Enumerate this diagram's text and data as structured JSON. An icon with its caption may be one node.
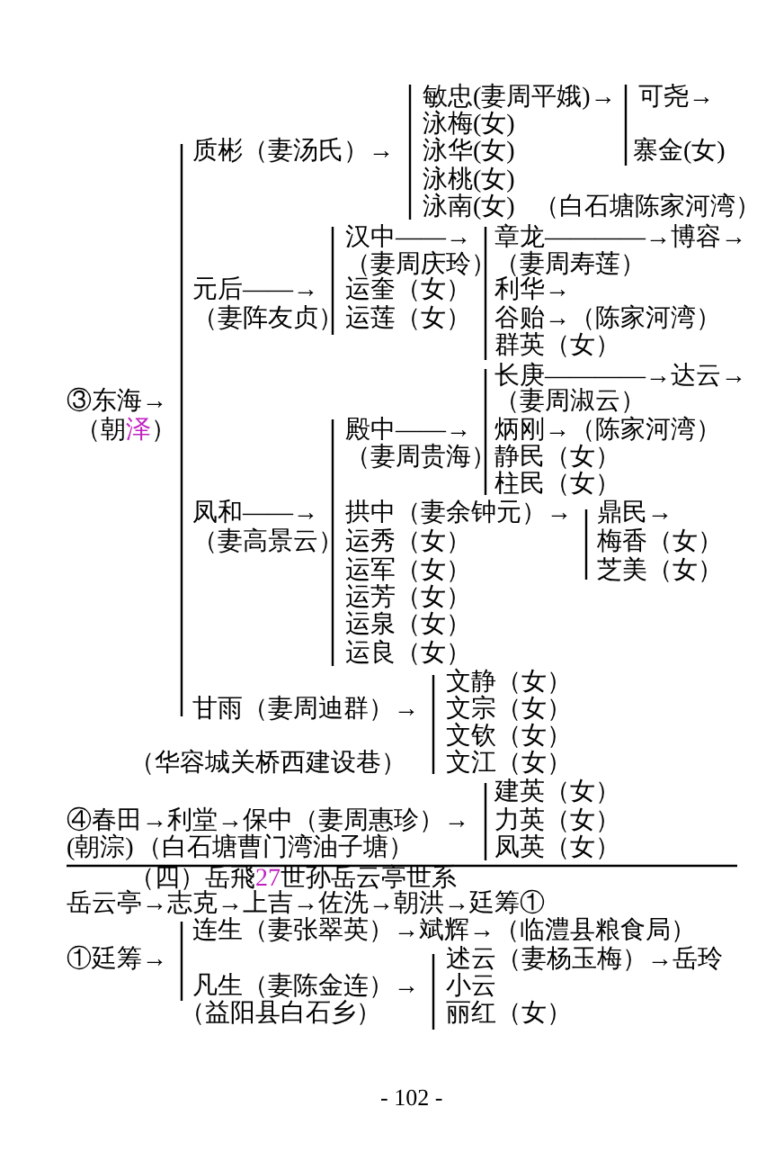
{
  "diagram": {
    "labels": [
      "敏忠(妻周平娥)→",
      "可尧→",
      "泳梅(女)",
      "质彬（妻汤氏）→",
      "泳华(女)",
      "寨金(女)",
      "泳桃(女)",
      "泳南(女)",
      "（白石塘陈家河湾）",
      "汉中——→",
      "章龙————→博容→",
      "（妻周庆玲）",
      "（妻周寿莲）",
      "元后——→",
      "运奎（女）",
      "利华→",
      "（妻阵友贞）",
      "运莲（女）",
      "谷贻→（陈家河湾）",
      "群英（女）",
      "长庚————→达云→",
      "③东海→",
      "（妻周淑云）",
      "（朝泽）",
      "殿中——→",
      "炳刚→（陈家河湾）",
      "（妻周贵海）",
      "静民（女）",
      "柱民（女）",
      "凤和——→",
      "拱中（妻余钟元）→",
      "鼎民→",
      "（妻高景云）",
      "运秀（女）",
      "梅香（女）",
      "运军（女）",
      "芝美（女）",
      "运芳（女）",
      "运泉（女）",
      "运良（女）",
      "文静（女）",
      "甘雨（妻周迪群）→",
      "文宗（女）",
      "文钦（女）",
      "（华容城关桥西建设巷）",
      "文江（女）",
      "建英（女）",
      "④春田→利堂→保中（妻周惠珍）→",
      "力英（女）",
      "(朝淙)",
      "（白石塘曹门湾油子塘）",
      "凤英（女）",
      "（四）岳飛27世孙岳云亭世系",
      "岳云亭→志克→上吉→佐洗→朝洪→廷筹①",
      "连生（妻张翠英）→斌辉→（临澧县粮食局）",
      "①廷筹→",
      "述云（妻杨玉梅）→岳玲",
      "凡生（妻陈金连）→",
      "小云",
      "（益阳县白石乡）",
      "丽红（女）",
      "- 102 -"
    ]
  }
}
